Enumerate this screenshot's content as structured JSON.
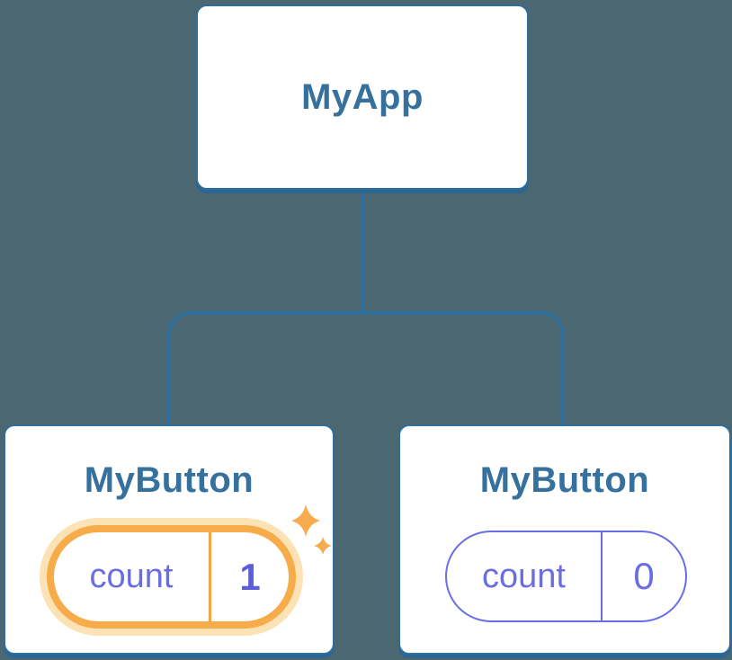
{
  "tree": {
    "root": {
      "label": "MyApp"
    },
    "children": [
      {
        "label": "MyButton",
        "highlighted": true,
        "state": {
          "key": "count",
          "value": "1"
        }
      },
      {
        "label": "MyButton",
        "highlighted": false,
        "state": {
          "key": "count",
          "value": "0"
        }
      }
    ]
  },
  "icons": {
    "sparkles": "sparkles-icon"
  },
  "colors": {
    "background": "#4A6772",
    "node_background": "#FFFFFF",
    "node_border": "#2E6E9C",
    "node_bottom_edge": "#2B6591",
    "node_label": "#36719E",
    "connector": "#2E6E9C",
    "state_text": "#6B6EE2",
    "state_value_highlighted": "#5A5ED8",
    "highlight_border": "#F6AC48",
    "highlight_glow": "#FCE2B5",
    "sparkle": "#F7AB4F"
  }
}
